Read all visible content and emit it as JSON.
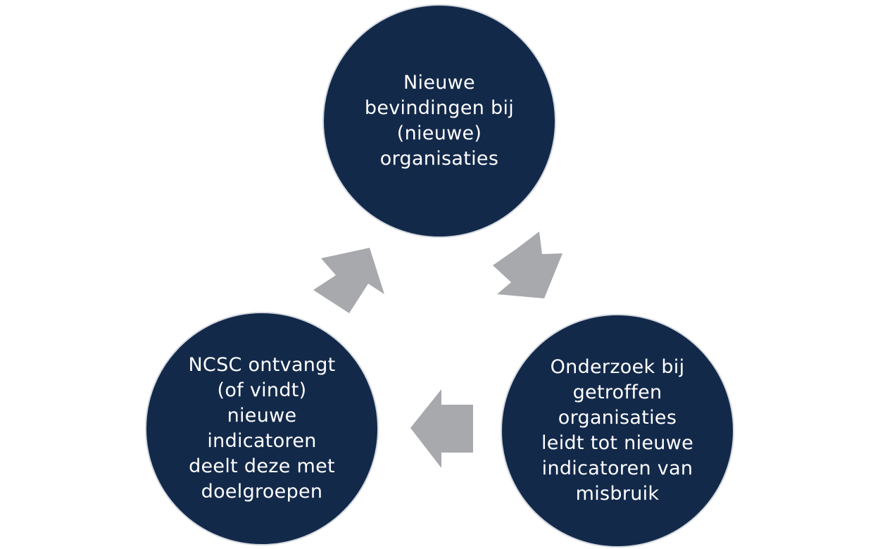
{
  "colors": {
    "circle_fill": "#13294a",
    "circle_border": "#d4d9e0",
    "circle_text": "#ffffff",
    "arrow_fill": "#a7a9ad",
    "background": "#ffffff"
  },
  "cycle": {
    "nodes": [
      {
        "id": "top",
        "label": "Nieuwe\nbevindingen bij\n(nieuwe)\norganisaties"
      },
      {
        "id": "right",
        "label": "Onderzoek bij\ngetroffen\norganisaties\nleidt tot nieuwe\nindicatoren van\nmisbruik"
      },
      {
        "id": "left",
        "label": "NCSC ontvangt\n(of vindt)\nnieuwe\nindicatoren\ndeelt deze met\ndoelgroepen"
      }
    ],
    "arrows": [
      {
        "from": "top",
        "to": "right",
        "icon": "arrow-right-down-icon"
      },
      {
        "from": "right",
        "to": "left",
        "icon": "arrow-left-icon"
      },
      {
        "from": "left",
        "to": "top",
        "icon": "arrow-up-right-icon"
      }
    ]
  }
}
